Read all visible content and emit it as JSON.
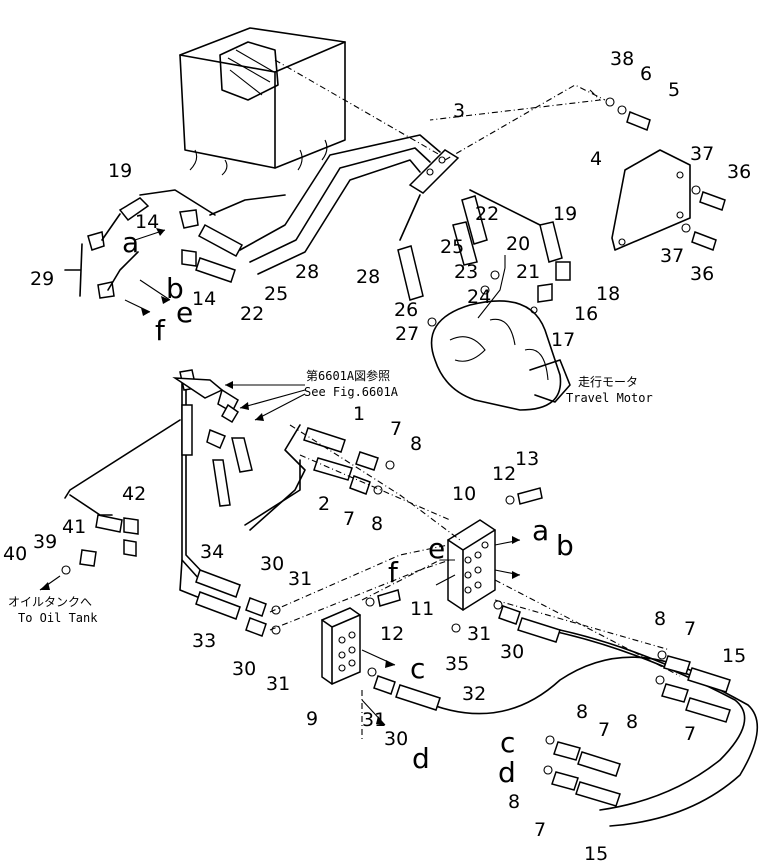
{
  "notes": {
    "see_fig_jp": "第6601A図参照",
    "see_fig_en": "See Fig.6601A",
    "motor_jp": "走行モータ",
    "motor_en": "Travel Motor",
    "tank_jp": "オイルタンクへ",
    "tank_en": "To Oil Tank"
  },
  "callouts": [
    "38",
    "6",
    "5",
    "3",
    "4",
    "37",
    "36",
    "37",
    "36",
    "19",
    "22",
    "19",
    "20",
    "21",
    "18",
    "16",
    "17",
    "25",
    "23",
    "24",
    "28",
    "26",
    "27",
    "14",
    "14",
    "29",
    "28",
    "25",
    "22",
    "1",
    "7",
    "8",
    "2",
    "7",
    "8",
    "12",
    "13",
    "10",
    "42",
    "41",
    "39",
    "40",
    "34",
    "30",
    "31",
    "33",
    "30",
    "31",
    "11",
    "12",
    "31",
    "35",
    "30",
    "9",
    "31",
    "30",
    "32",
    "8",
    "7",
    "15",
    "8",
    "7",
    "8",
    "7",
    "8",
    "7",
    "15"
  ],
  "connector_letters": [
    "a",
    "b",
    "e",
    "f",
    "a",
    "b",
    "e",
    "f",
    "c",
    "d",
    "c",
    "d"
  ]
}
